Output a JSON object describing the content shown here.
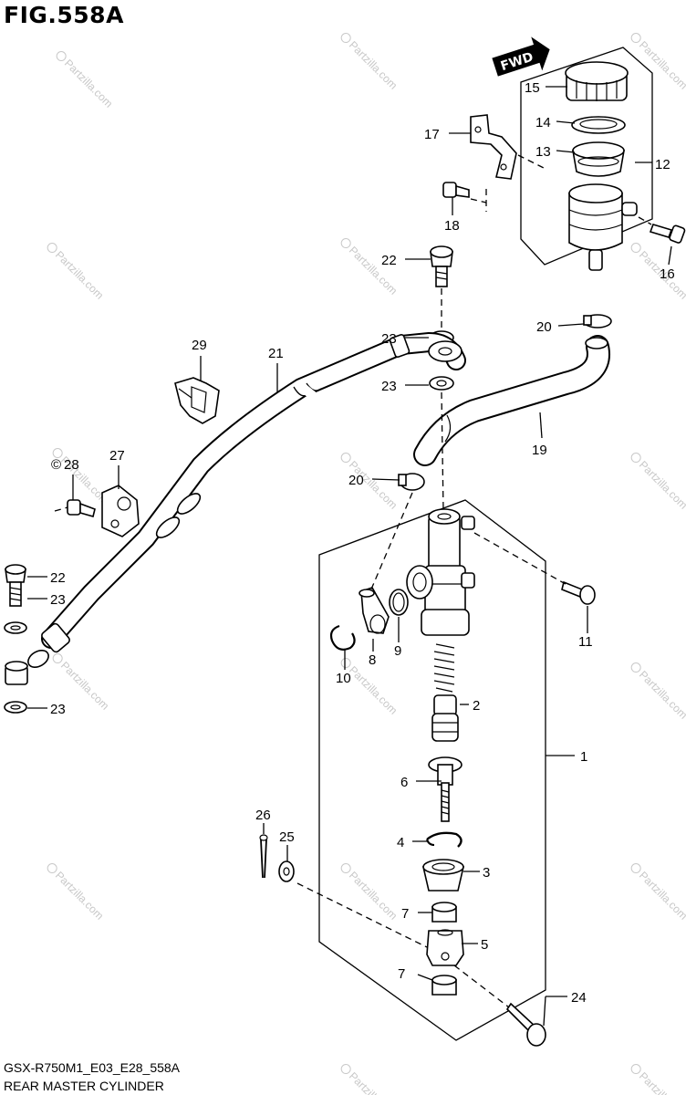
{
  "figure": {
    "title": "FIG.558A",
    "model_code": "GSX-R750M1_E03_E28_558A",
    "caption": "REAR MASTER CYLINDER",
    "direction_label": "FWD",
    "watermark": "Partzilla.com",
    "watermark_symbol": "©"
  },
  "callouts": {
    "c1": "1",
    "c2": "2",
    "c3": "3",
    "c4": "4",
    "c5": "5",
    "c6": "6",
    "c7a": "7",
    "c7b": "7",
    "c8": "8",
    "c9": "9",
    "c10": "10",
    "c11": "11",
    "c12": "12",
    "c13": "13",
    "c14": "14",
    "c15": "15",
    "c16": "16",
    "c17": "17",
    "c18": "18",
    "c19": "19",
    "c20a": "20",
    "c20b": "20",
    "c21": "21",
    "c22a": "22",
    "c22b": "22",
    "c23a": "23",
    "c23b": "23",
    "c23c": "23",
    "c23d": "23",
    "c24": "24",
    "c25": "25",
    "c26": "26",
    "c27": "27",
    "c28": "28",
    "c29": "29"
  },
  "colors": {
    "ink": "#000000",
    "watermark": "#c8c8c8",
    "background": "#ffffff"
  }
}
